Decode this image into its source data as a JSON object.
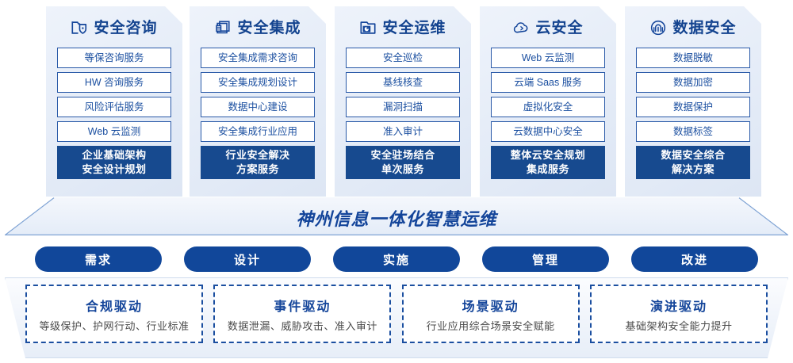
{
  "pillars": [
    {
      "icon": "folder-shield-icon",
      "title": "安全咨询",
      "items": [
        "等保咨询服务",
        "HW 咨询服务",
        "风险评估服务",
        "Web 云监测"
      ],
      "highlight": [
        "企业基础架构",
        "安全设计规划"
      ]
    },
    {
      "icon": "stacked-documents-icon",
      "title": "安全集成",
      "items": [
        "安全集成需求咨询",
        "安全集成规划设计",
        "数据中心建设",
        "安全集成行业应用"
      ],
      "highlight": [
        "行业安全解决",
        "方案服务"
      ]
    },
    {
      "icon": "folder-chart-icon",
      "title": "安全运维",
      "items": [
        "安全巡检",
        "基线核查",
        "漏洞扫描",
        "准入审计"
      ],
      "highlight": [
        "安全驻场结合",
        "单次服务"
      ]
    },
    {
      "icon": "cloud-icon",
      "title": "云安全",
      "items": [
        "Web 云监测",
        "云端 Saas 服务",
        "虚拟化安全",
        "云数据中心安全"
      ],
      "highlight": [
        "整体云安全规划",
        "集成服务"
      ]
    },
    {
      "icon": "fingerprint-icon",
      "title": "数据安全",
      "items": [
        "数据脱敏",
        "数据加密",
        "数据保护",
        "数据标签"
      ],
      "highlight": [
        "数据安全综合",
        "解决方案"
      ]
    }
  ],
  "banner": {
    "text": "神州信息一体化智慧运维"
  },
  "process": {
    "steps": [
      "需求",
      "设计",
      "实施",
      "管理",
      "改进"
    ]
  },
  "drivers": [
    {
      "title": "合规驱动",
      "desc": "等级保护、护网行动、行业标准"
    },
    {
      "title": "事件驱动",
      "desc": "数据泄漏、威胁攻击、准入审计"
    },
    {
      "title": "场景驱动",
      "desc": "行业应用综合场景安全赋能"
    },
    {
      "title": "演进驱动",
      "desc": "基础架构安全能力提升"
    }
  ],
  "colors": {
    "brand_blue": "#14459a",
    "deep_blue": "#174a8f",
    "pill_blue": "#11479a",
    "card_bg": "#e6edf8",
    "item_border": "#2a5aa8"
  }
}
